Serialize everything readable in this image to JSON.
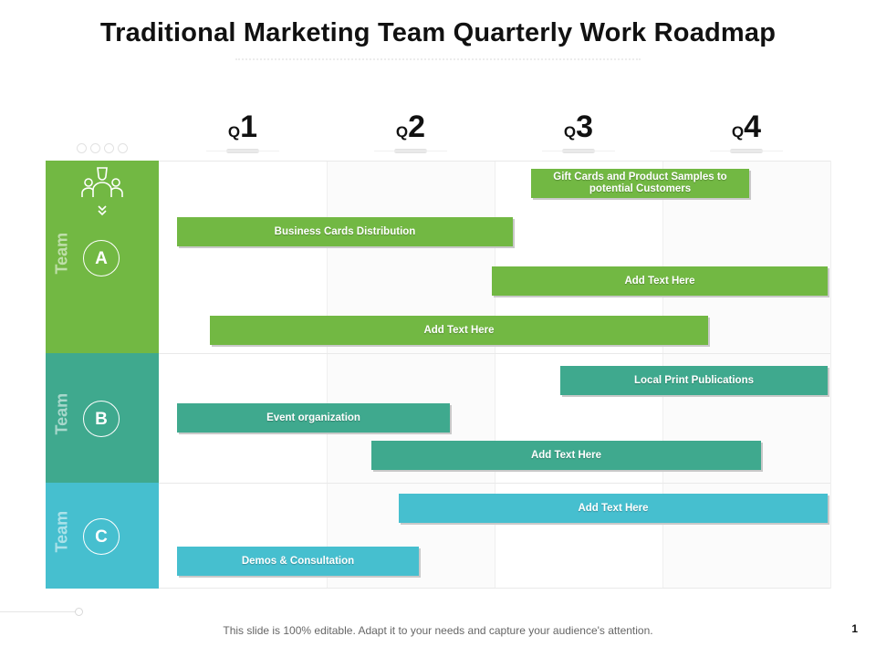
{
  "title": "Traditional Marketing Team Quarterly Work Roadmap",
  "quarters": [
    {
      "prefix": "Q",
      "number": "1"
    },
    {
      "prefix": "Q",
      "number": "2"
    },
    {
      "prefix": "Q",
      "number": "3"
    },
    {
      "prefix": "Q",
      "number": "4"
    }
  ],
  "teams": [
    {
      "label": "Team",
      "letter": "A",
      "color": "#72b843"
    },
    {
      "label": "Team",
      "letter": "B",
      "color": "#3fa98e"
    },
    {
      "label": "Team",
      "letter": "C",
      "color": "#46bfcf"
    }
  ],
  "tasks": {
    "a1": "Gift Cards and Product Samples to potential Customers",
    "a2": "Business Cards Distribution",
    "a3": "Add Text Here",
    "a4": "Add Text Here",
    "b1": "Local Print Publications",
    "b2": "Event organization",
    "b3": "Add Text Here",
    "c1": "Add Text Here",
    "c2": "Demos & Consultation"
  },
  "footer": "This slide is 100% editable. Adapt it to your needs and capture your audience's attention.",
  "page_number": "1",
  "icons": {
    "team_a": "people-group-icon",
    "team_a_arrow": "double-chevron-down-icon"
  }
}
